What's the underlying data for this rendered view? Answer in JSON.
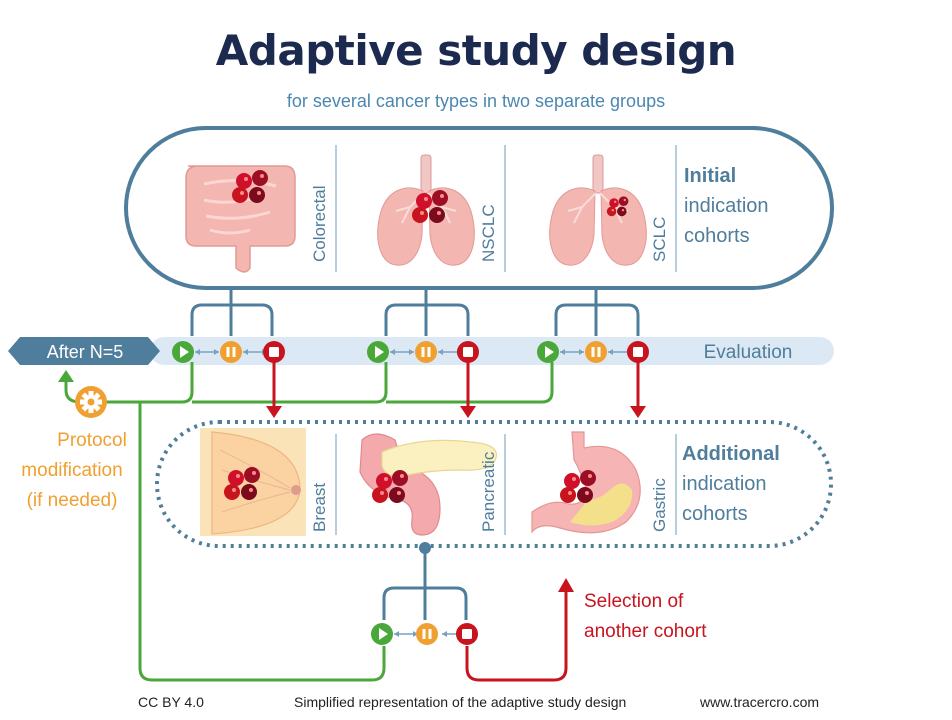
{
  "header": {
    "title": "Adaptive study design",
    "subtitle": "for several cancer types in two separate groups"
  },
  "initial_group": {
    "label_bold": "Initial",
    "label_line2": "indication",
    "label_line3": "cohorts",
    "cohorts": [
      "Colorectal",
      "NSCLC",
      "SCLC"
    ]
  },
  "evaluation_bar": {
    "after_label": "After N=5",
    "evaluation_label": "Evaluation"
  },
  "protocol_note": {
    "line1": "Protocol",
    "line2": "modification",
    "line3": "(if needed)"
  },
  "additional_group": {
    "label_bold": "Additional",
    "label_line2": "indication",
    "label_line3": "cohorts",
    "cohorts": [
      "Breast",
      "Pancreatic",
      "Gastric"
    ]
  },
  "selection_note": {
    "line1": "Selection of",
    "line2": "another cohort"
  },
  "footer": {
    "license": "CC BY 4.0",
    "caption": "Simplified representation of the adaptive study design",
    "website": "www.tracercro.com"
  },
  "colors": {
    "navy": "#1b2a4e",
    "steel_blue": "#4f7d9c",
    "light_blue": "#dce9f4",
    "green": "#4aa83a",
    "orange": "#f0a030",
    "red": "#c8141e",
    "organ_pink": "#f3b9b2",
    "tumor_red": "#b0102a"
  },
  "icons": [
    "play-icon",
    "pause-icon",
    "stop-icon",
    "gear-icon",
    "colon-icon",
    "lung-icon",
    "breast-icon",
    "pancreas-icon",
    "stomach-icon"
  ]
}
